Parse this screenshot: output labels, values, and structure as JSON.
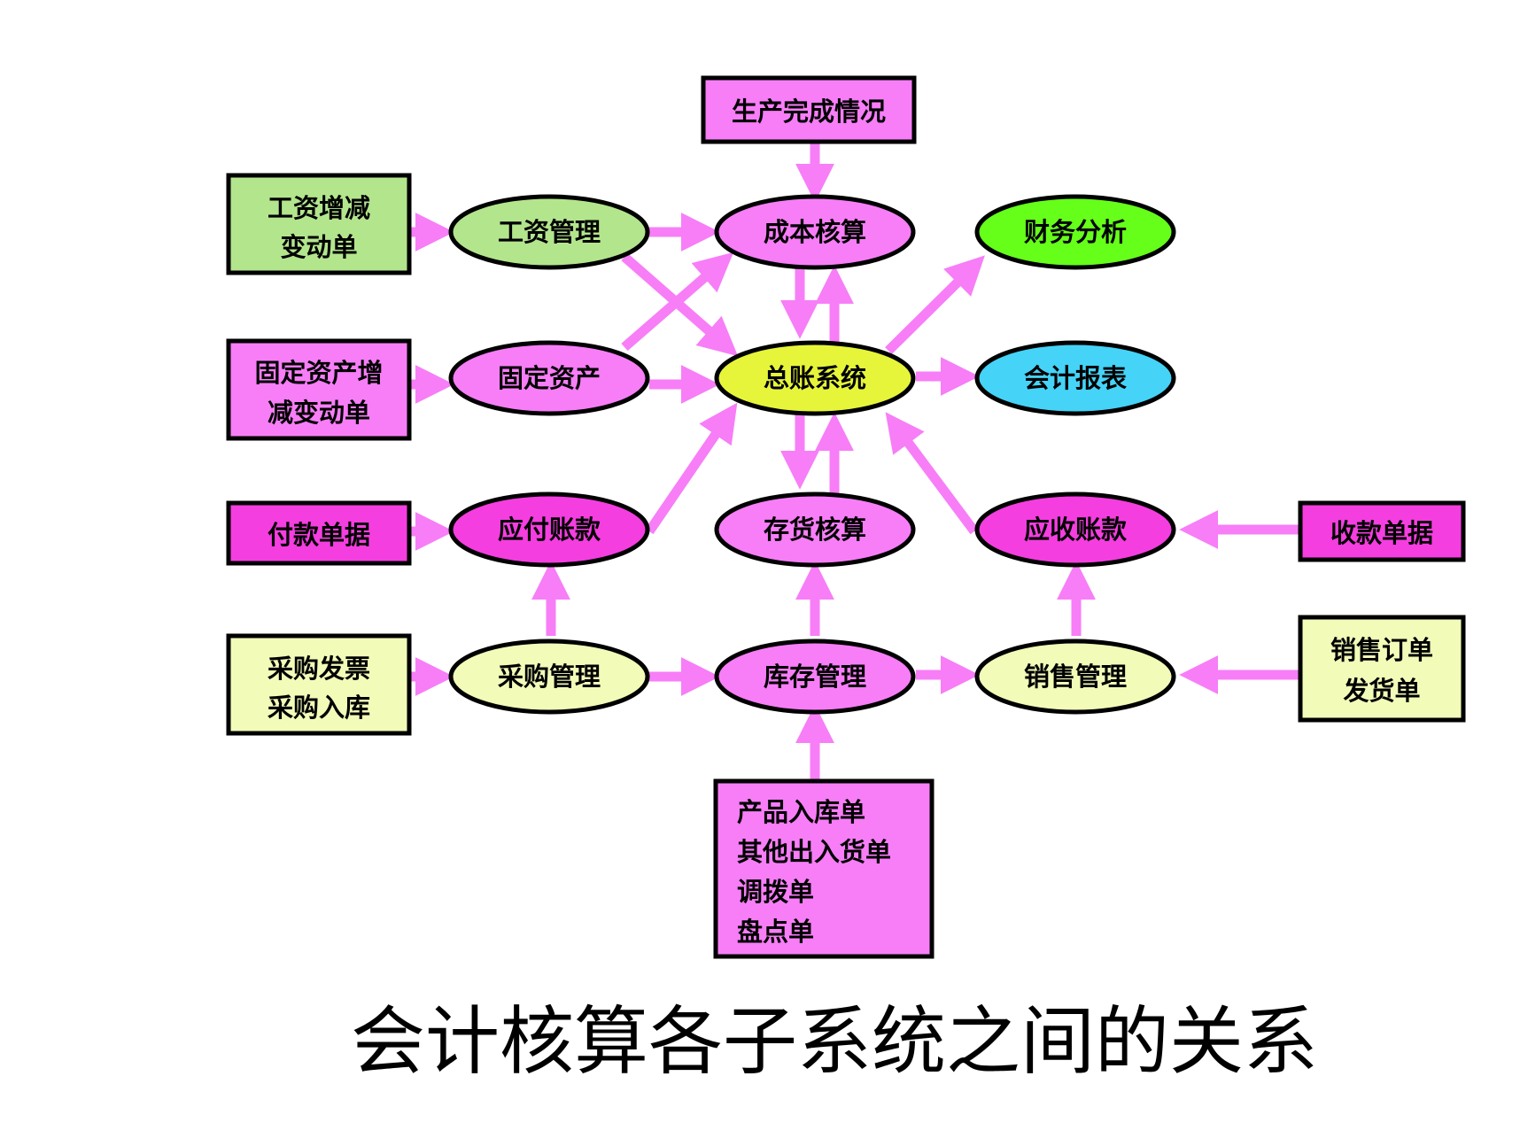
{
  "title": "会计核算各子系统之间的关系",
  "colors": {
    "arrow": "#f77ef7",
    "outline": "#000000",
    "pink": "#f77ef7",
    "magenta": "#f43ee0",
    "light_green": "#b3e58d",
    "bright_green": "#66ff1a",
    "yellow_green": "#e6f53a",
    "cyan": "#45d3f7",
    "pale_yellow": "#f3fbb9"
  },
  "boxes": {
    "production_complete": {
      "lines": [
        "生产完成情况"
      ],
      "color": "pink"
    },
    "wage_change": {
      "lines": [
        "工资增减",
        "变动单"
      ],
      "color": "light_green"
    },
    "asset_change": {
      "lines": [
        "固定资产增",
        "减变动单"
      ],
      "color": "pink"
    },
    "payment_docs": {
      "lines": [
        "付款单据"
      ],
      "color": "magenta"
    },
    "purchase_docs": {
      "lines": [
        "采购发票",
        "采购入库"
      ],
      "color": "pale_yellow"
    },
    "receipt_docs": {
      "lines": [
        "收款单据"
      ],
      "color": "magenta"
    },
    "sales_docs": {
      "lines": [
        "销售订单",
        "发货单"
      ],
      "color": "pale_yellow"
    },
    "inventory_docs": {
      "lines": [
        "产品入库单",
        "其他出入货单",
        "调拨单",
        "盘点单"
      ],
      "color": "pink"
    }
  },
  "ellipses": {
    "wage_mgmt": {
      "label": "工资管理",
      "color": "light_green"
    },
    "cost_accounting": {
      "label": "成本核算",
      "color": "pink"
    },
    "financial_analysis": {
      "label": "财务分析",
      "color": "bright_green"
    },
    "fixed_assets": {
      "label": "固定资产",
      "color": "pink"
    },
    "general_ledger": {
      "label": "总账系统",
      "color": "yellow_green"
    },
    "accounting_reports": {
      "label": "会计报表",
      "color": "cyan"
    },
    "accounts_payable": {
      "label": "应付账款",
      "color": "magenta"
    },
    "inventory_accounting": {
      "label": "存货核算",
      "color": "pink"
    },
    "accounts_receivable": {
      "label": "应收账款",
      "color": "magenta"
    },
    "purchase_mgmt": {
      "label": "采购管理",
      "color": "pale_yellow"
    },
    "stock_mgmt": {
      "label": "库存管理",
      "color": "pink"
    },
    "sales_mgmt": {
      "label": "销售管理",
      "color": "pale_yellow"
    }
  }
}
